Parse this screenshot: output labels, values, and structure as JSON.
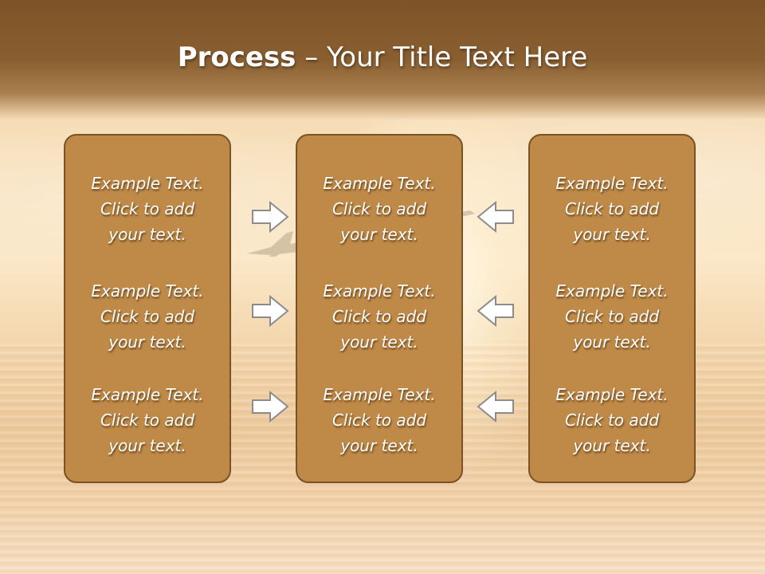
{
  "slide": {
    "title_bold": "Process",
    "title_rest": " – Your Title Text Here"
  },
  "columns": [
    {
      "cells": [
        {
          "line1": "Example Text.",
          "line2": "Click  to add",
          "line3": "your text."
        },
        {
          "line1": "Example Text.",
          "line2": "Click  to add",
          "line3": "your text."
        },
        {
          "line1": "Example Text.",
          "line2": "Click  to add",
          "line3": "your text."
        }
      ]
    },
    {
      "cells": [
        {
          "line1": "Example Text.",
          "line2": "Click  to add",
          "line3": "your text."
        },
        {
          "line1": "Example Text.",
          "line2": "Click  to add",
          "line3": "your text."
        },
        {
          "line1": "Example Text.",
          "line2": "Click  to add",
          "line3": "your text."
        }
      ]
    },
    {
      "cells": [
        {
          "line1": "Example Text.",
          "line2": "Click  to add",
          "line3": "your text."
        },
        {
          "line1": "Example Text.",
          "line2": "Click  to add",
          "line3": "your text."
        },
        {
          "line1": "Example Text.",
          "line2": "Click  to add",
          "line3": "your text."
        }
      ]
    }
  ],
  "arrows": {
    "left_group": "right-arrow-icon",
    "right_group": "left-arrow-icon"
  },
  "colors": {
    "header": "#7d5327",
    "box_fill": "#bf8a48",
    "box_border": "#7a5226",
    "arrow_fill": "#ffffff",
    "arrow_stroke": "#8c8c8c"
  }
}
